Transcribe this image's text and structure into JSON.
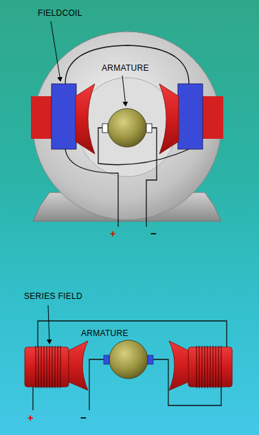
{
  "diagram": {
    "labels": [
      "FIELDCOIL",
      "ARMATURE",
      "+",
      "−",
      "SERIES FIELD",
      "ARMATURE",
      "+",
      "−"
    ]
  }
}
